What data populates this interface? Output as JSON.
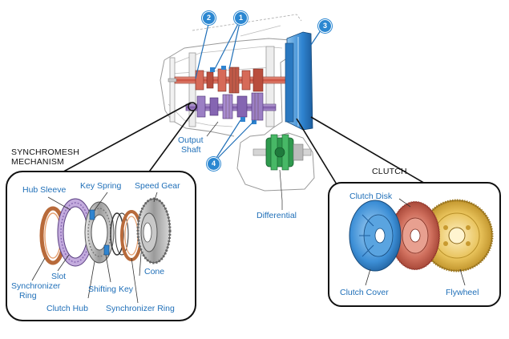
{
  "synchromesh": {
    "title_line1": "SYNCHROMESH",
    "title_line2": "MECHANISM",
    "labels": {
      "hub_sleeve": "Hub Sleeve",
      "key_spring": "Key Spring",
      "speed_gear": "Speed Gear",
      "slot": "Slot",
      "synchronizer_ring_left_line1": "Synchronizer",
      "synchronizer_ring_left_line2": "Ring",
      "shifting_key": "Shifting Key",
      "cone": "Cone",
      "clutch_hub": "Clutch Hub",
      "synchronizer_ring_right": "Synchronizer Ring"
    }
  },
  "clutch": {
    "title": "CLUTCH",
    "labels": {
      "clutch_disk": "Clutch Disk",
      "clutch_cover": "Clutch Cover",
      "flywheel": "Flywheel"
    }
  },
  "transaxle": {
    "labels": {
      "output_shaft_line1": "Output",
      "output_shaft_line2": "Shaft",
      "differential": "Differential"
    },
    "callouts": [
      "1",
      "2",
      "3",
      "4"
    ]
  },
  "colors": {
    "label_blue": "#1f6fb8",
    "callout_blue": "#2b87d1",
    "clutch_cover_blue": "#3d8fd6",
    "clutch_disk_red": "#c85a4a",
    "flywheel_gold": "#e0b84a",
    "input_shaft_red": "#d86a5a",
    "output_shaft_purple": "#8f6fb8",
    "differential_green": "#2f9a4e"
  }
}
